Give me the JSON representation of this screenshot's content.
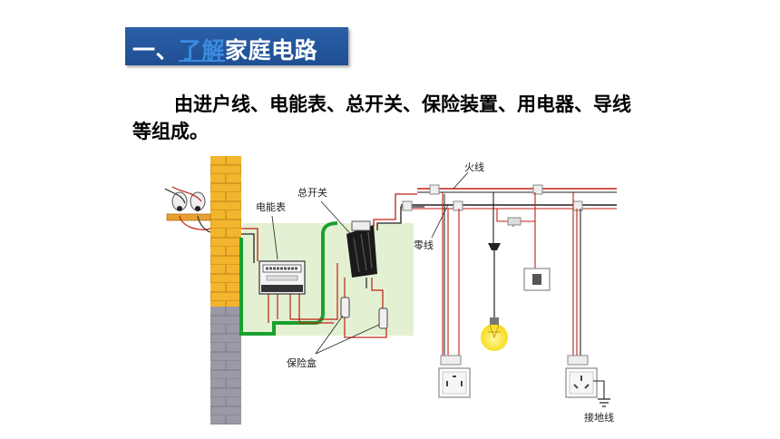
{
  "title": {
    "prefix": "一、",
    "highlight": "了解",
    "rest": "家庭电路"
  },
  "paragraph": "由进户线、电能表、总开关、保险装置、用电器、导线等组成。",
  "diagram": {
    "labels": {
      "meter": "电能表",
      "main_switch": "总开关",
      "live_wire": "火线",
      "neutral_wire": "零线",
      "fuse_box": "保险盒",
      "ground_wire": "接地线"
    },
    "colors": {
      "live": "#e03020",
      "neutral": "#1a1a1a",
      "ground": "#1aa030",
      "panel": "#e3f0d2",
      "brick": "#f0b030"
    }
  }
}
